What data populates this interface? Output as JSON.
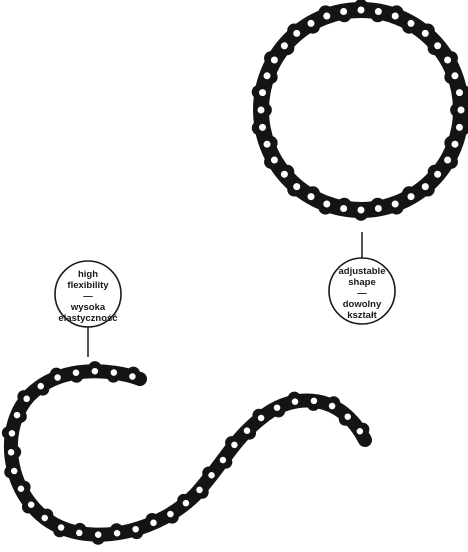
{
  "callouts": {
    "left": {
      "line1": "high",
      "line2": "flexibility",
      "separator": "—",
      "line3": "wysoka",
      "line4": "elastyczność"
    },
    "right": {
      "line1": "adjustable",
      "line2": "shape",
      "separator": "—",
      "line3": "dowolny",
      "line4": "kształt"
    }
  },
  "colors": {
    "edging": "#141414",
    "background": "#ffffff",
    "callout_border": "#1a1a1a"
  }
}
